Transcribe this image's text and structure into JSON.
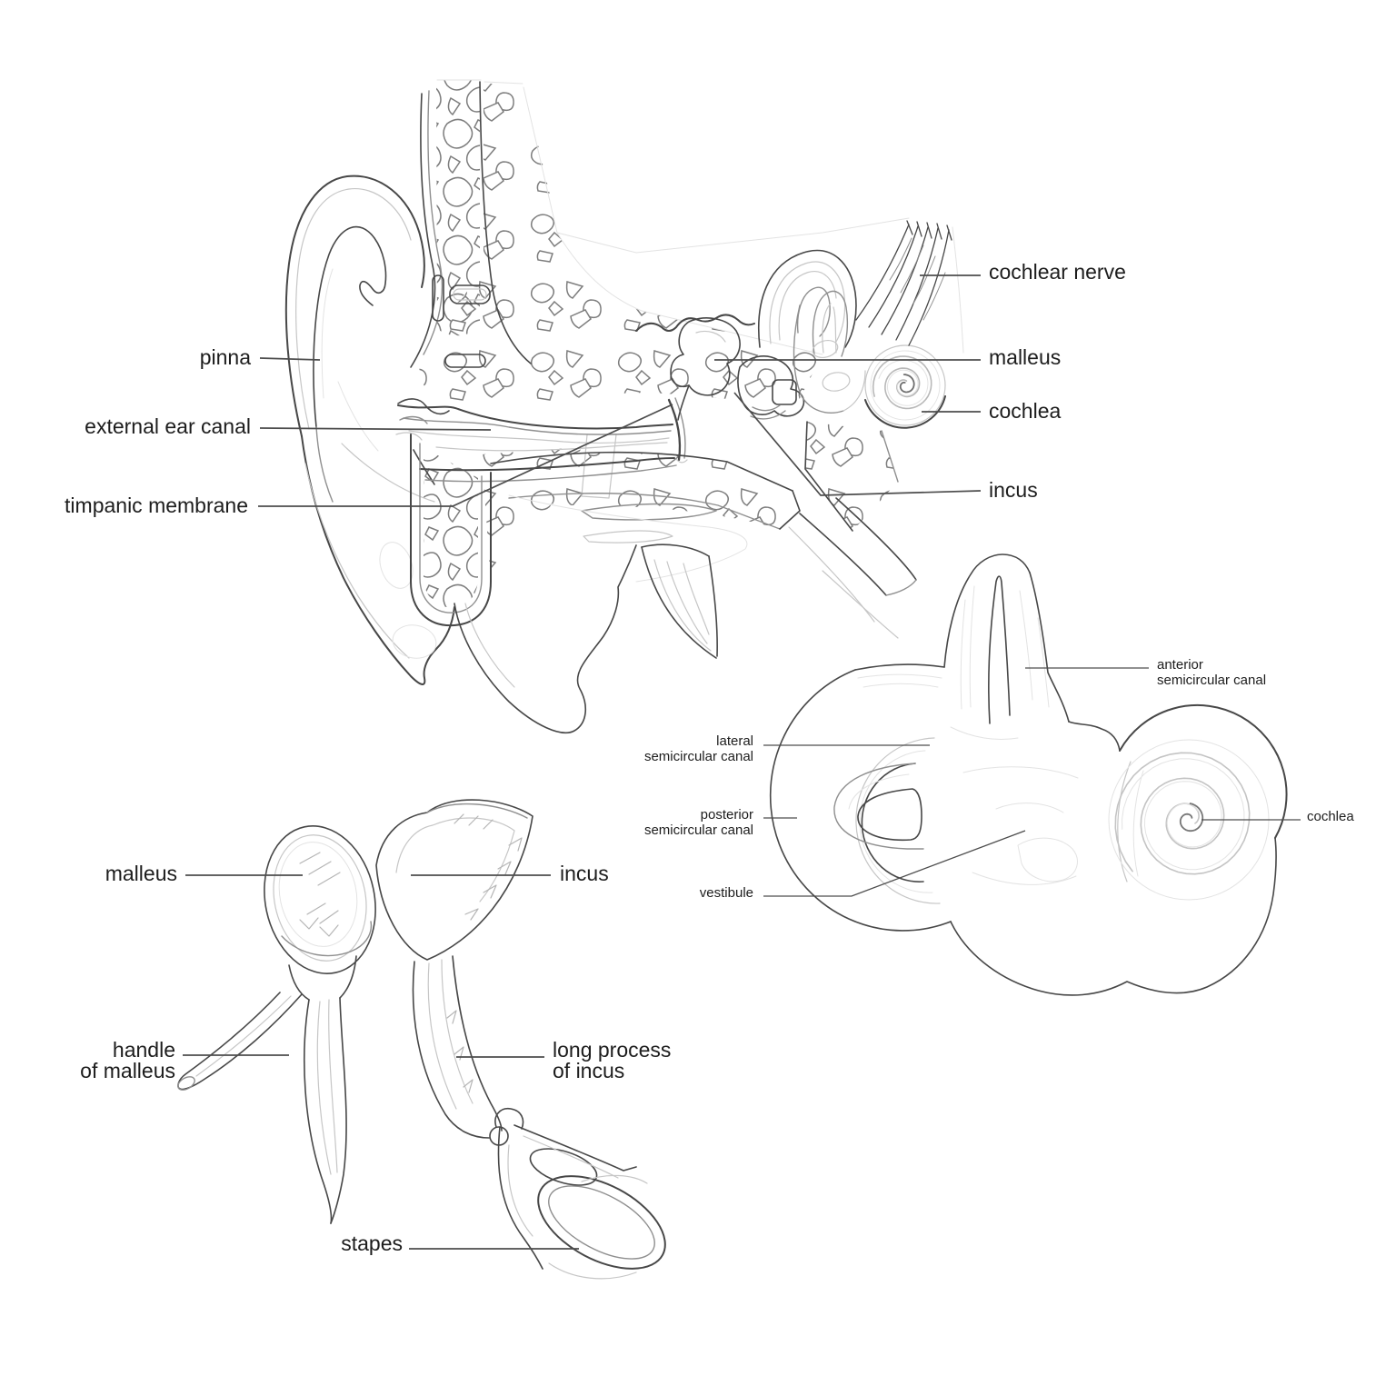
{
  "palette": {
    "background": "#ffffff",
    "ink": "#1d1d1d",
    "line_dark": "#474747",
    "line_mid": "#8f8f8f",
    "line_light": "#c6c6c6",
    "line_faint": "#e3e3e3",
    "leader": "#4d4d4d"
  },
  "labels": {
    "ear_section": {
      "pinna": "pinna",
      "external_ear_canal": "external ear canal",
      "timpanic_membrane": "timpanic membrane",
      "cochlear_nerve": "cochlear nerve",
      "malleus": "malleus",
      "cochlea": "cochlea",
      "incus": "incus"
    },
    "ossicles": {
      "malleus": "malleus",
      "incus": "incus",
      "handle_of_malleus": "handle\nof malleus",
      "long_process_of_incus": "long process\nof incus",
      "stapes": "stapes"
    },
    "labyrinth": {
      "anterior_semicircular_canal": "anterior\nsemicircular canal",
      "lateral_semicircular_canal": "lateral\nsemicircular canal",
      "posterior_semicircular_canal": "posterior\nsemicircular canal",
      "vestibule": "vestibule",
      "cochlea": "cochlea"
    }
  }
}
